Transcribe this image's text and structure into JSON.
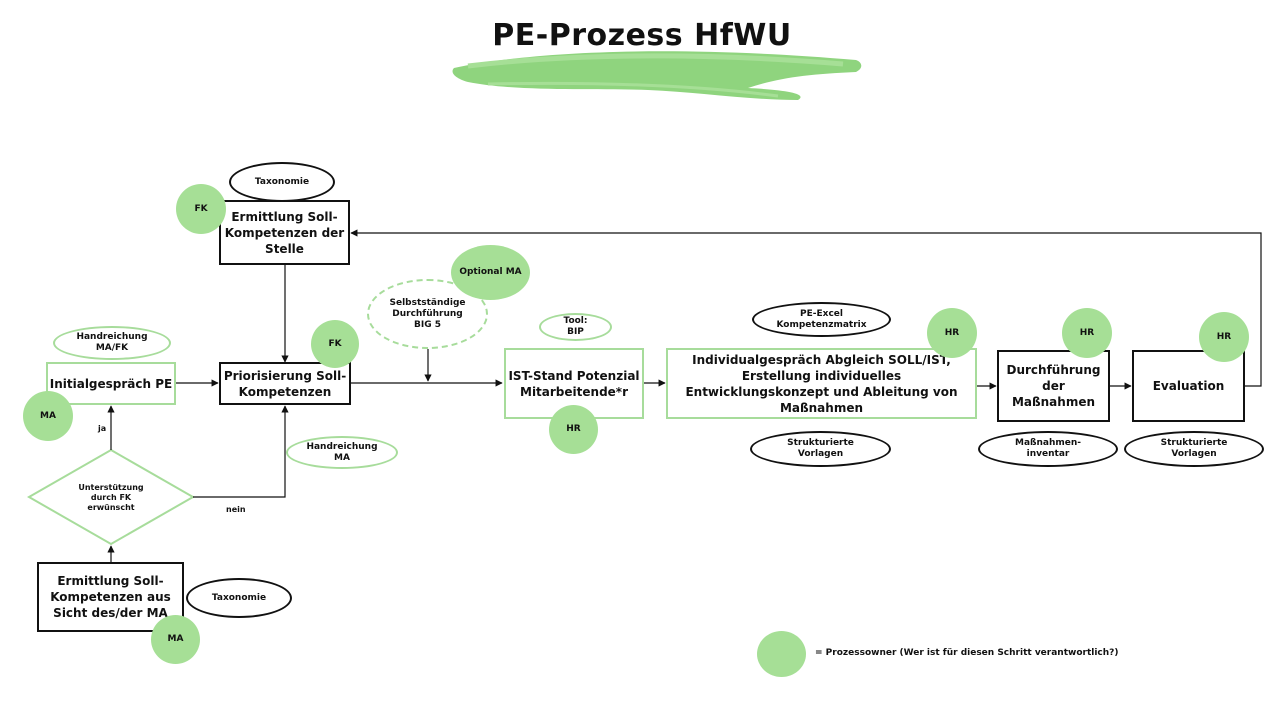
{
  "title": "PE-Prozess HfWU",
  "colors": {
    "accent_green": "#a6df96",
    "outline_green": "#a7dc9b",
    "line": "#111111"
  },
  "boxes": {
    "soll_stelle": "Ermittlung Soll-Kompetenzen der Stelle",
    "initial": "Initialgespräch PE",
    "priorisierung": "Priorisierung Soll-Kompetenzen",
    "ist_stand": "IST-Stand Potenzial Mitarbeitende*r",
    "individual": "Individualgespräch Abgleich SOLL/IST, Erstellung individuelles Entwicklungskonzept und Ableitung von Maßnahmen",
    "durchfuehrung": "Durchführung der Maßnahmen",
    "evaluation": "Evaluation",
    "soll_ma": "Ermittlung Soll-Kompetenzen aus Sicht des/der MA"
  },
  "decision": "Unterstützung durch FK erwünscht",
  "edge_labels": {
    "ja": "ja",
    "nein": "nein"
  },
  "ovals": {
    "taxonomie_top": "Taxonomie",
    "handreichung_mafk": "Handreichung MA/FK",
    "selbst": "Selbstständige Durchführung BIG 5",
    "tool": "Tool: BIP",
    "pe_excel": "PE-Excel Kompetenzmatrix",
    "handreichung_ma": "Handreichung MA",
    "vorlagen_1": "Strukturierte Vorlagen",
    "massnahmen_inventar": "Maßnahmen-inventar",
    "vorlagen_2": "Strukturierte Vorlagen",
    "taxonomie_bottom": "Taxonomie"
  },
  "owners": {
    "fk_1": "FK",
    "fk_2": "FK",
    "optional_ma": "Optional MA",
    "ma_initial": "MA",
    "hr_ist": "HR",
    "hr_individual": "HR",
    "hr_durch": "HR",
    "hr_eval": "HR",
    "ma_bottom": "MA"
  },
  "legend": {
    "text": "= Prozessowner (Wer ist für diesen Schritt verantwortlich?)"
  }
}
